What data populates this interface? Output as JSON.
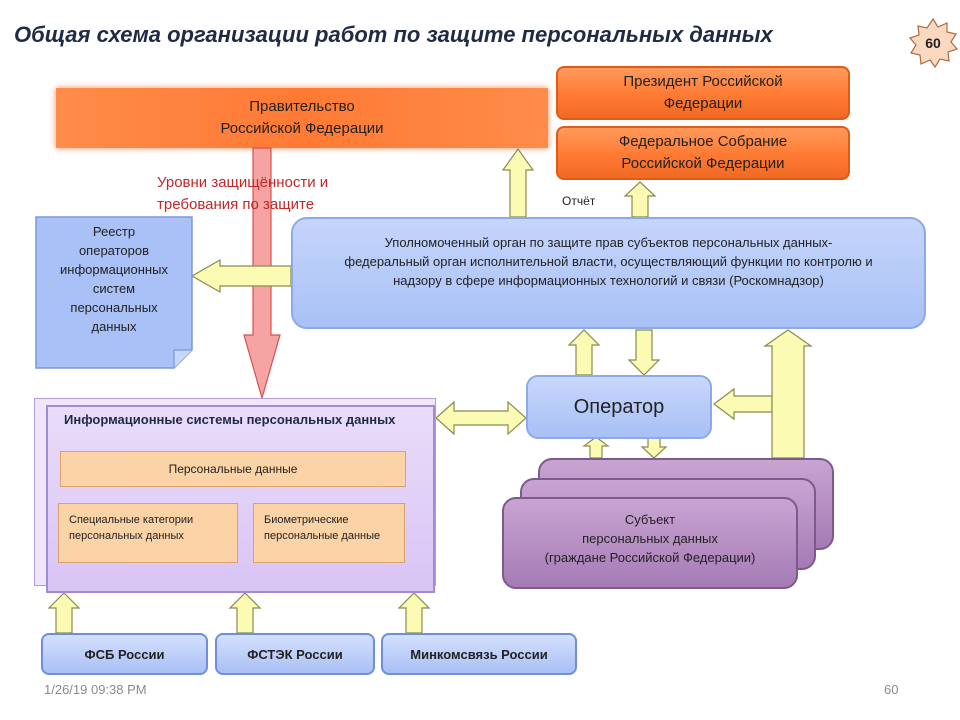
{
  "title": "Общая схема организации работ по защите персональных данных",
  "slide_badge": "60",
  "government": [
    "Правительство",
    "Российской Федерации"
  ],
  "president": [
    "Президент Российской",
    "Федерации"
  ],
  "federal_assembly": [
    "Федеральное Собрание",
    "Российской Федерации"
  ],
  "protection_levels_label": [
    "Уровни защищённости и",
    "требования по защите"
  ],
  "report_label": "Отчёт",
  "roskomnadzor": [
    "Уполномоченный орган по защите прав субъектов персональных данных-",
    "федеральный орган исполнительной власти, осуществляющий функции по контролю и",
    "надзору в сфере информационных технологий и связи (Роскомнадзор)"
  ],
  "registry": [
    "Реестр",
    "операторов",
    "информационных",
    "систем",
    "персональных",
    "данных"
  ],
  "info_systems": {
    "title": "Информационные системы персональных данных",
    "personal_data": "Персональные данные",
    "special_categories": [
      "Специальные категории",
      "персональных данных"
    ],
    "biometric": [
      "Биометрические",
      "персональные данные"
    ]
  },
  "operator": "Оператор",
  "subject": [
    "Субъект",
    "персональных  данных",
    "(граждане Российской Федерации)"
  ],
  "regulators": {
    "fsb": "ФСБ России",
    "fstek": "ФСТЭК России",
    "minkomsvyaz": "Минкомсвязь России"
  },
  "footer": {
    "date": "1/26/19 09:38 PM",
    "page": "60"
  },
  "colors": {
    "orange": "#ff7a32",
    "blue_box": "#a9c1f6",
    "purple": "#a57bb5",
    "arrow_yellow": "#fbfbb4",
    "red_arrow": "#f08a8a",
    "title": "#1f2a44"
  }
}
